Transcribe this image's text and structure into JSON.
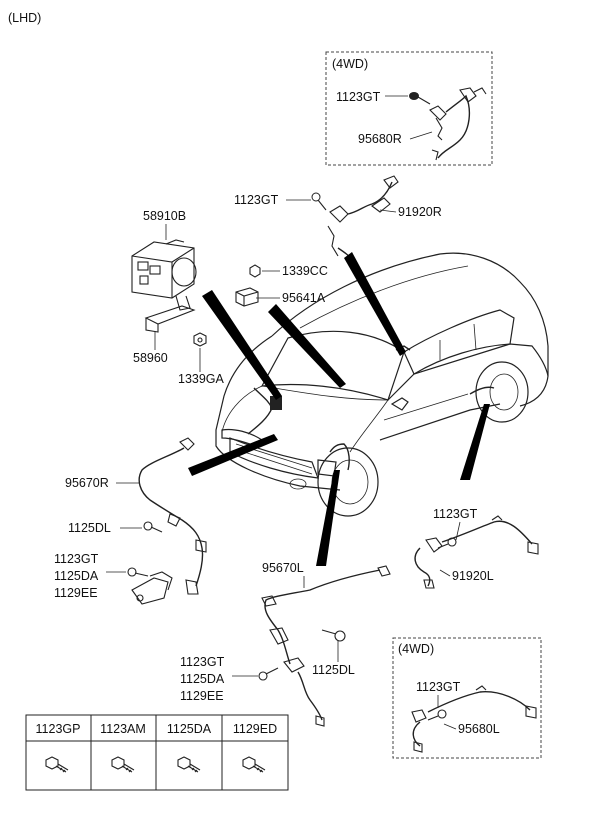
{
  "header": {
    "variant_label": "(LHD)"
  },
  "callouts": {
    "top_4wd_box": {
      "title": "(4WD)",
      "bolt": "1123GT",
      "sensor": "95680R"
    },
    "rear_top": {
      "bolt": "1123GT",
      "sensor": "91920R"
    },
    "abs_unit": {
      "module": "58910B",
      "bracket": "58960",
      "bracket_bolt": "1339GA"
    },
    "clip": {
      "nut": "1339CC",
      "connector": "95641A"
    },
    "front_right": {
      "sensor": "95670R",
      "bolt": "1125DL",
      "bolt_a": "1123GT",
      "bolt_b": "1125DA",
      "bolt_c": "1129EE"
    },
    "front_left": {
      "sensor": "95670L",
      "bolt_a": "1123GT",
      "bolt_b": "1125DA",
      "bolt_c": "1129EE",
      "bolt": "1125DL"
    },
    "rear_left": {
      "bolt": "1123GT",
      "sensor": "91920L"
    },
    "bottom_4wd_box": {
      "title": "(4WD)",
      "bolt": "1123GT",
      "sensor": "95680L"
    }
  },
  "fastener_table": {
    "headers": [
      "1123GP",
      "1123AM",
      "1125DA",
      "1129ED"
    ]
  }
}
